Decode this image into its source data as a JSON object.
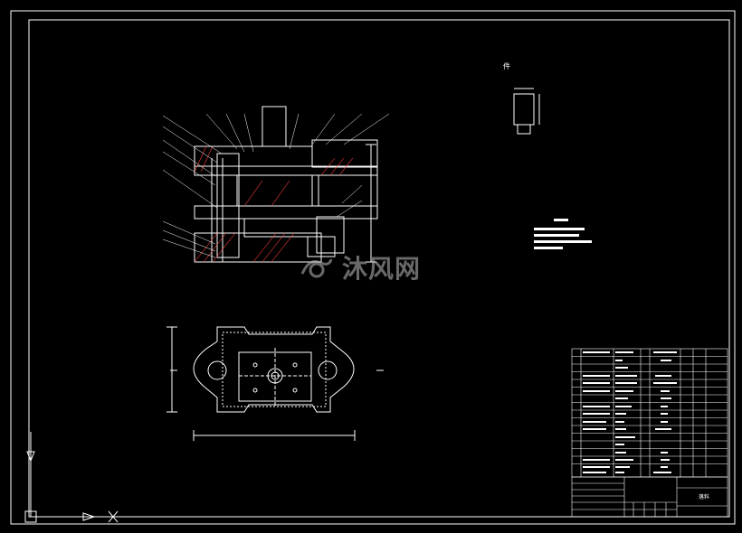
{
  "drawing": {
    "part_label": "件",
    "watermark_text": "沐风网",
    "title_block_name": "落料"
  },
  "colors": {
    "background": "#000000",
    "lines": "#ffffff",
    "hatch": "#ff4040",
    "watermark": "#bfbfbf"
  }
}
